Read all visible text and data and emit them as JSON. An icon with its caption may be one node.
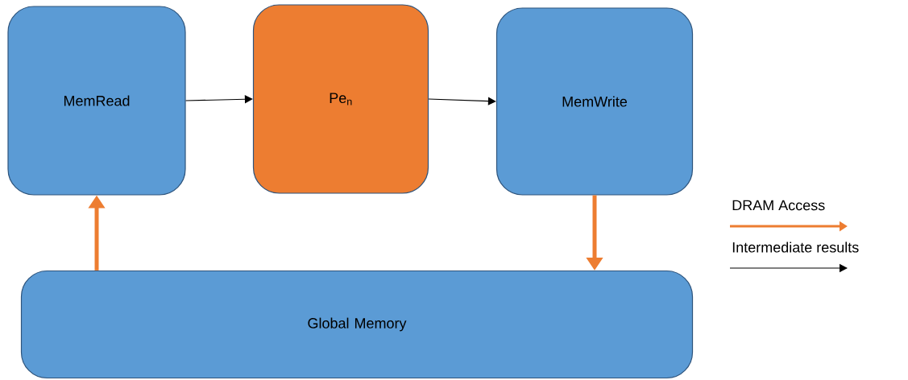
{
  "diagram": {
    "nodes": [
      {
        "text": [
          "MemRead"
        ]
      },
      {
        "text": [
          "Pe$_{n}$"
        ]
      },
      {
        "text": [
          "MemWrite"
        ]
      },
      {
        "text": [
          "Global Memory"
        ]
      }
    ],
    "edges": [
      {
        "from": 0,
        "to": 1,
        "arrow": "to"
      },
      {
        "from": 1,
        "to": 2,
        "arrow": "to"
      },
      {
        "from": 2,
        "to": 3,
        "arrow": "to",
        "style": "thick",
        "color": "#ed7d31"
      },
      {
        "from": 3,
        "to": 0,
        "arrow": "to",
        "style": "thick",
        "color": "#ed7d31"
      }
    ],
    "legend": [
      {
        "text": "DRAM Access"
      },
      {
        "text": "Intermediate results"
      }
    ]
  }
}
